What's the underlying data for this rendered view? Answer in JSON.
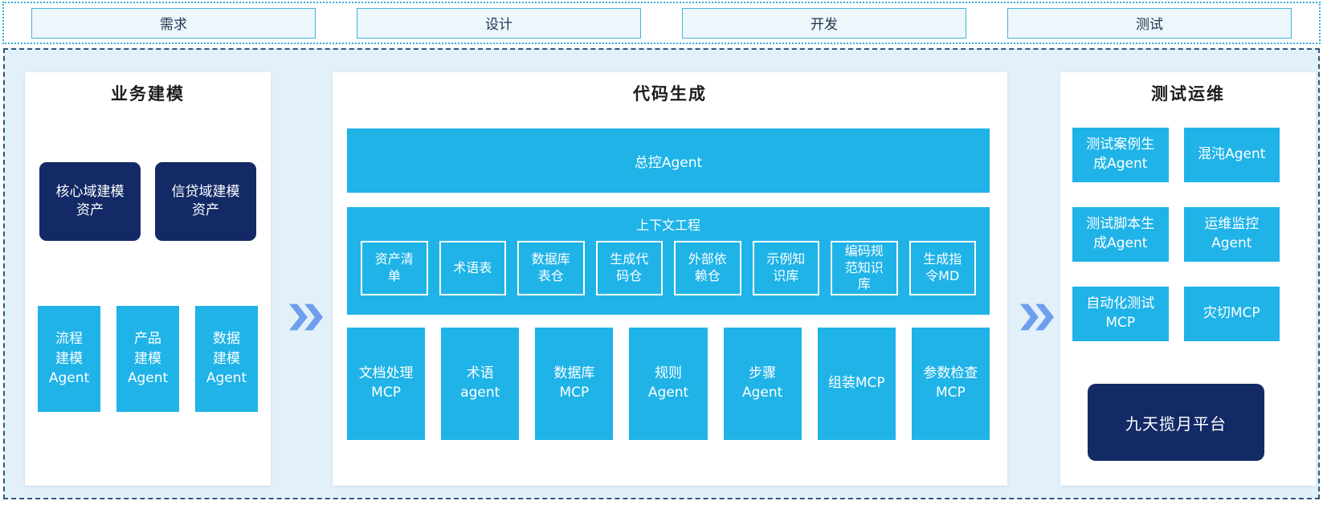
{
  "colors": {
    "cyan": "#1FB3E8",
    "navy": "#132A66",
    "chevron": "#6F9FEC",
    "canvas_bg": "#E2F0FA",
    "phase_fill": "#EDF6FB",
    "phase_border": "#45B4DC",
    "phase_text": "#1F3550",
    "dashed_border": "#30587F",
    "dotted_border": "#2FB0D9"
  },
  "phase_bar": {
    "items": [
      "需求",
      "设计",
      "开发",
      "测试"
    ]
  },
  "business_modeling": {
    "title": "业务建模",
    "assets": [
      "核心域建模资产",
      "信贷域建模资产"
    ],
    "agents": [
      "流程建模Agent",
      "产品建模Agent",
      "数据建模Agent"
    ]
  },
  "code_generation": {
    "title": "代码生成",
    "master_agent": "总控Agent",
    "context_engineering": {
      "label": "上下文工程",
      "items": [
        "资产清单",
        "术语表",
        "数据库表仓",
        "生成代码仓",
        "外部依赖仓",
        "示例知识库",
        "编码规范知识库",
        "生成指令MD"
      ]
    },
    "executors": [
      "文档处理MCP",
      "术语agent",
      "数据库MCP",
      "规则Agent",
      "步骤Agent",
      "组装MCP",
      "参数检查MCP"
    ]
  },
  "test_ops": {
    "title": "测试运维",
    "cells": [
      "测试案例生成Agent",
      "混沌Agent",
      "测试脚本生成Agent",
      "运维监控Agent",
      "自动化测试MCP",
      "灾切MCP"
    ],
    "platform": "九天揽月平台"
  }
}
